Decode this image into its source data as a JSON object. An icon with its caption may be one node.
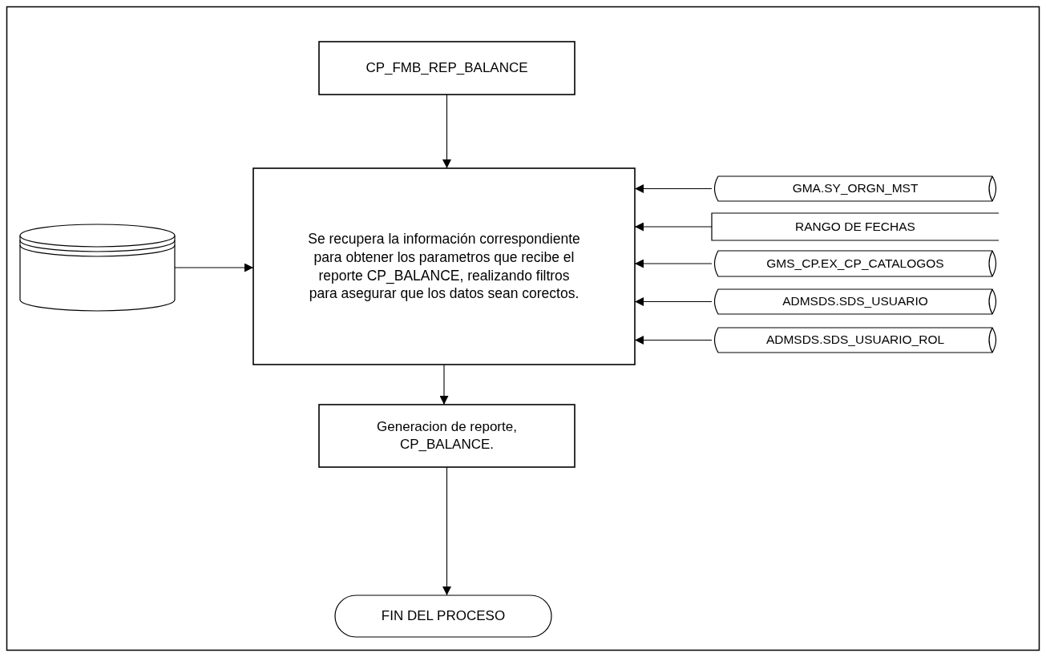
{
  "diagram": {
    "nodes": [
      {
        "text": [
          "CP_FMB_REP_BALANCE"
        ]
      },
      {
        "text": [
          "Se recupera la información correspondiente para obtener los parametros que recibe el reporte CP_BALANCE, realizando filtros para asegurar que los datos sean corectos."
        ]
      },
      {
        "text": [],
        "shape": "cylinder"
      },
      {
        "text": [
          "GMA.SY_ORGN_MST"
        ]
      },
      {
        "text": [
          "RANGO DE FECHAS"
        ]
      },
      {
        "text": [
          "GMS_CP.EX_CP_CATALOGOS"
        ]
      },
      {
        "text": [
          "ADMSDS.SDS_USUARIO"
        ]
      },
      {
        "text": [
          "ADMSDS.SDS_USUARIO_ROL"
        ]
      },
      {
        "text": [
          "Generacion de reporte, CP_BALANCE."
        ]
      },
      {
        "text": [
          "FIN DEL PROCESO"
        ]
      }
    ],
    "edges": [
      {
        "from": 0,
        "to": 1,
        "arrow": "to"
      },
      {
        "from": 2,
        "to": 1,
        "arrow": "to"
      },
      {
        "from": 3,
        "to": 1,
        "arrow": "to"
      },
      {
        "from": 4,
        "to": 1,
        "arrow": "to"
      },
      {
        "from": 5,
        "to": 1,
        "arrow": "to"
      },
      {
        "from": 6,
        "to": 1,
        "arrow": "to"
      },
      {
        "from": 7,
        "to": 1,
        "arrow": "to"
      },
      {
        "from": 1,
        "to": 8,
        "arrow": "to"
      },
      {
        "from": 8,
        "to": 9,
        "arrow": "to"
      }
    ]
  }
}
